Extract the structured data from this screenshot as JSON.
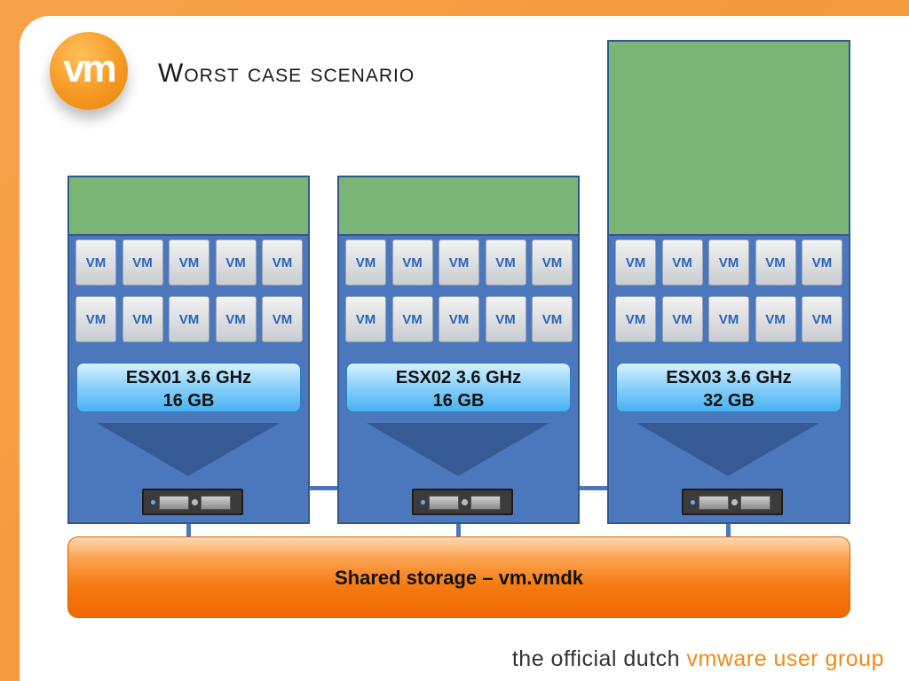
{
  "title": "Worst case scenario",
  "logo_text": "vm",
  "vm_label": "VM",
  "hosts": [
    {
      "line1": "ESX01 3.6 GHz",
      "line2": "16 GB"
    },
    {
      "line1": "ESX02 3.6 GHz",
      "line2": "16 GB"
    },
    {
      "line1": "ESX03 3.6 GHz",
      "line2": "32 GB"
    }
  ],
  "storage_label": "Shared storage – vm.vmdk",
  "footer": {
    "part1": "the official dutch ",
    "part2": "vmware user group"
  },
  "colors": {
    "host_blue": "#4b78bd",
    "green": "#7ab576",
    "orange": "#f57b12"
  }
}
